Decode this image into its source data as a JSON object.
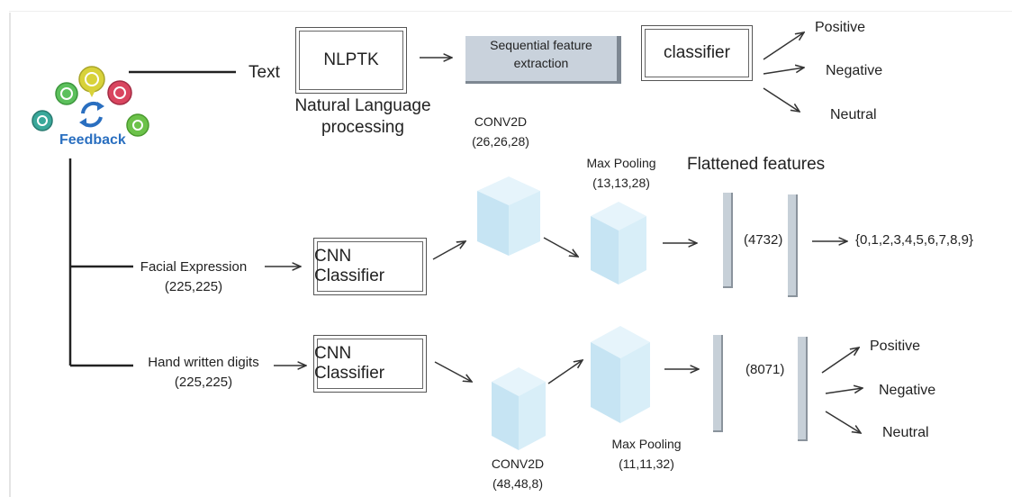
{
  "feedback": {
    "label": "Feedback"
  },
  "text_branch": {
    "input": "Text",
    "nlptk": "NLPTK",
    "nlptk_caption_1": "Natural Language",
    "nlptk_caption_2": "processing",
    "sequential_1": "Sequential feature",
    "sequential_2": "extraction",
    "classifier": "classifier",
    "outputs": [
      "Positive",
      "Negative",
      "Neutral"
    ]
  },
  "facial_branch": {
    "input_1": "Facial Expression",
    "input_2": "(225,225)",
    "classifier": "CNN Classifier",
    "conv_1": "CONV2D",
    "conv_2": "(26,26,28)",
    "pool_1": "Max Pooling",
    "pool_2": "(13,13,28)",
    "flattened": "Flattened features",
    "features": "(4732)",
    "output": "{0,1,2,3,4,5,6,7,8,9}"
  },
  "digits_branch": {
    "input_1": "Hand written digits",
    "input_2": "(225,225)",
    "classifier": "CNN Classifier",
    "conv_1": "CONV2D",
    "conv_2": "(48,48,8)",
    "pool_1": "Max Pooling",
    "pool_2": "(11,11,32)",
    "features": "(8071)",
    "outputs": [
      "Positive",
      "Negative",
      "Neutral"
    ]
  },
  "colors": {
    "bubble_green": "#5cc05c",
    "bubble_yellow": "#d8d23a",
    "bubble_red": "#d9455f",
    "bubble_teal": "#3aa89a",
    "cube": "#cfe9f6",
    "feedback_text": "#2a6fc0"
  }
}
